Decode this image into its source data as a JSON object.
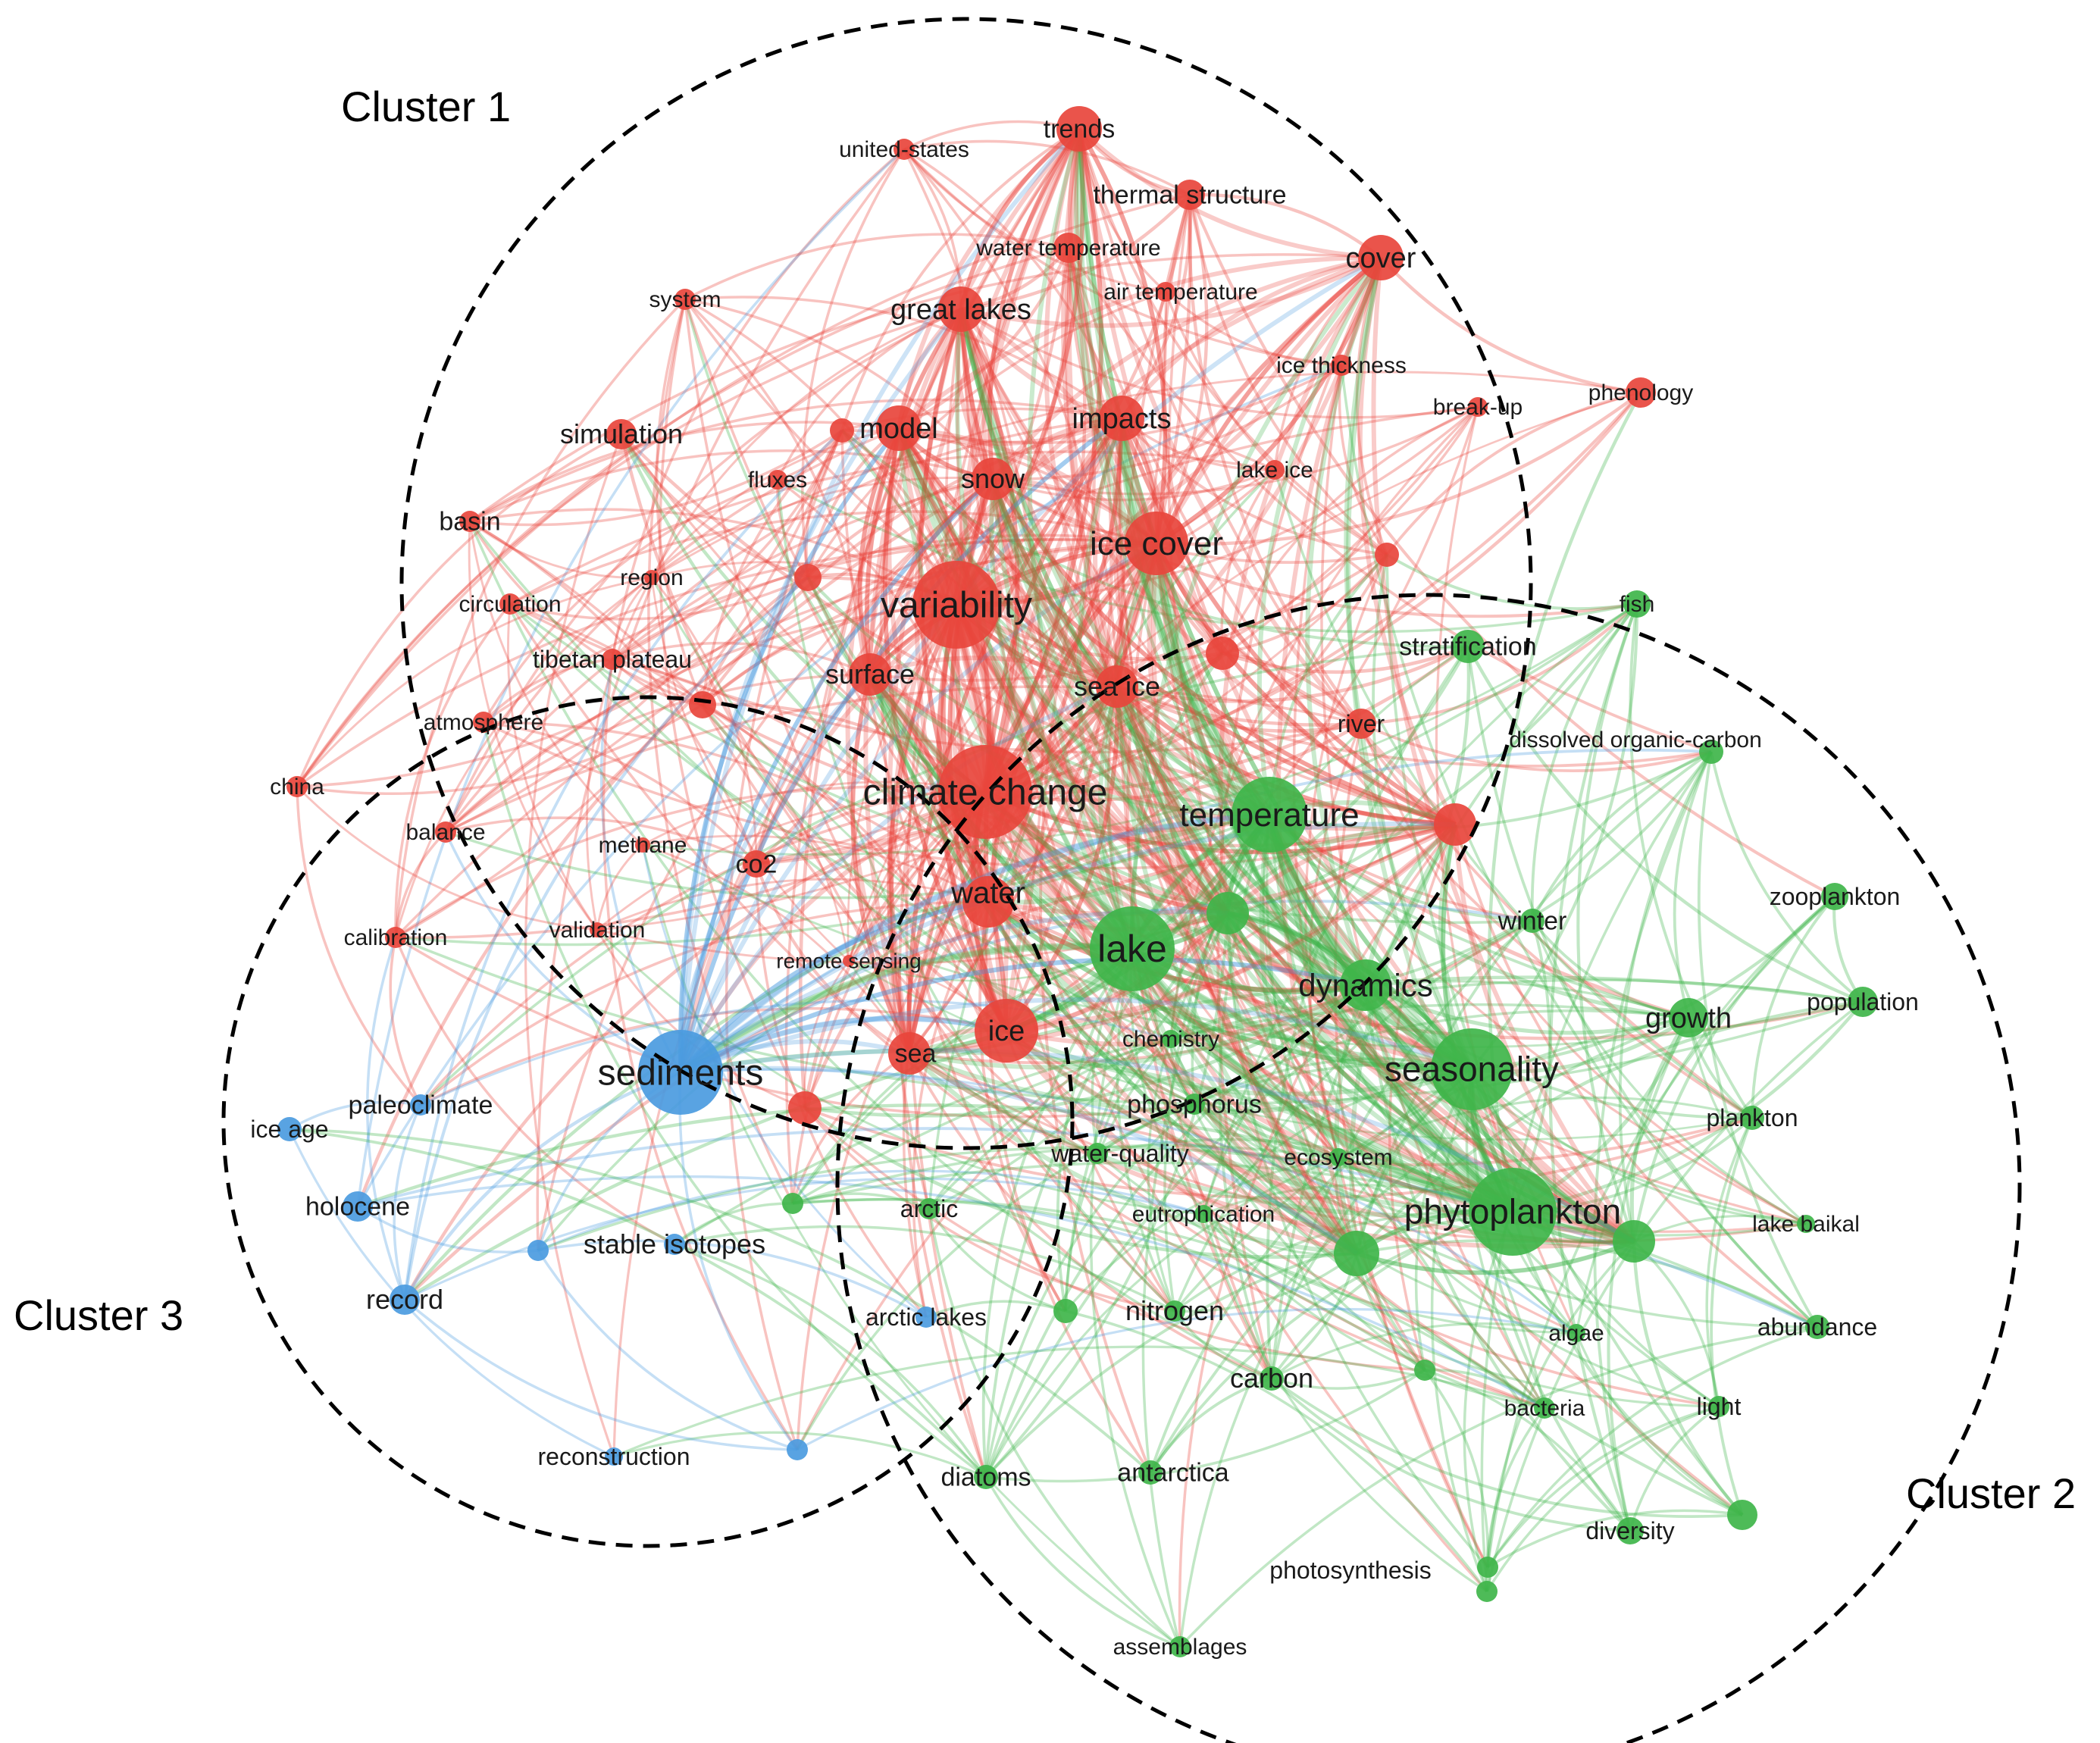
{
  "colors": {
    "cluster1": "#e8453c",
    "cluster2": "#3fb54a",
    "cluster3": "#4b9be0"
  },
  "cluster_labels": [
    "Cluster 1",
    "Cluster 2",
    "Cluster 3"
  ],
  "nodes": [
    {
      "label": "climate change",
      "cluster": 1
    },
    {
      "label": "variability",
      "cluster": 1
    },
    {
      "label": "ice cover",
      "cluster": 1
    },
    {
      "label": "trends",
      "cluster": 1
    },
    {
      "label": "great lakes",
      "cluster": 1
    },
    {
      "label": "cover",
      "cluster": 1
    },
    {
      "label": "model",
      "cluster": 1
    },
    {
      "label": "impacts",
      "cluster": 1
    },
    {
      "label": "simulation",
      "cluster": 1
    },
    {
      "label": "snow",
      "cluster": 1
    },
    {
      "label": "water",
      "cluster": 1
    },
    {
      "label": "ice",
      "cluster": 1
    },
    {
      "label": "sea ice",
      "cluster": 1
    },
    {
      "label": "surface",
      "cluster": 1
    },
    {
      "label": "co2",
      "cluster": 1
    },
    {
      "label": "sea",
      "cluster": 1
    },
    {
      "label": "thermal structure",
      "cluster": 1
    },
    {
      "label": "united-states",
      "cluster": 1
    },
    {
      "label": "water temperature",
      "cluster": 1
    },
    {
      "label": "air temperature",
      "cluster": 1
    },
    {
      "label": "system",
      "cluster": 1
    },
    {
      "label": "ice thickness",
      "cluster": 1
    },
    {
      "label": "break-up",
      "cluster": 1
    },
    {
      "label": "phenology",
      "cluster": 1
    },
    {
      "label": "fluxes",
      "cluster": 1
    },
    {
      "label": "lake ice",
      "cluster": 1
    },
    {
      "label": "basin",
      "cluster": 1
    },
    {
      "label": "region",
      "cluster": 1
    },
    {
      "label": "circulation",
      "cluster": 1
    },
    {
      "label": "tibetan plateau",
      "cluster": 1
    },
    {
      "label": "atmosphere",
      "cluster": 1
    },
    {
      "label": "river",
      "cluster": 1
    },
    {
      "label": "china",
      "cluster": 1
    },
    {
      "label": "balance",
      "cluster": 1
    },
    {
      "label": "methane",
      "cluster": 1
    },
    {
      "label": "calibration",
      "cluster": 1
    },
    {
      "label": "validation",
      "cluster": 1
    },
    {
      "label": "remote sensing",
      "cluster": 1
    },
    {
      "label": "",
      "cluster": 1
    },
    {
      "label": "",
      "cluster": 1
    },
    {
      "label": "",
      "cluster": 1
    },
    {
      "label": "",
      "cluster": 1
    },
    {
      "label": "",
      "cluster": 1
    },
    {
      "label": "",
      "cluster": 1
    },
    {
      "label": "",
      "cluster": 1
    },
    {
      "label": "temperature",
      "cluster": 2
    },
    {
      "label": "lake",
      "cluster": 2
    },
    {
      "label": "seasonality",
      "cluster": 2
    },
    {
      "label": "phytoplankton",
      "cluster": 2
    },
    {
      "label": "dynamics",
      "cluster": 2
    },
    {
      "label": "stratification",
      "cluster": 2
    },
    {
      "label": "fish",
      "cluster": 2
    },
    {
      "label": "dissolved organic-carbon",
      "cluster": 2
    },
    {
      "label": "winter",
      "cluster": 2
    },
    {
      "label": "zooplankton",
      "cluster": 2
    },
    {
      "label": "population",
      "cluster": 2
    },
    {
      "label": "growth",
      "cluster": 2
    },
    {
      "label": "plankton",
      "cluster": 2
    },
    {
      "label": "chemistry",
      "cluster": 2
    },
    {
      "label": "phosphorus",
      "cluster": 2
    },
    {
      "label": "water-quality",
      "cluster": 2
    },
    {
      "label": "ecosystem",
      "cluster": 2
    },
    {
      "label": "eutrophication",
      "cluster": 2
    },
    {
      "label": "arctic",
      "cluster": 2
    },
    {
      "label": "lake baikal",
      "cluster": 2
    },
    {
      "label": "nitrogen",
      "cluster": 2
    },
    {
      "label": "abundance",
      "cluster": 2
    },
    {
      "label": "algae",
      "cluster": 2
    },
    {
      "label": "carbon",
      "cluster": 2
    },
    {
      "label": "bacteria",
      "cluster": 2
    },
    {
      "label": "light",
      "cluster": 2
    },
    {
      "label": "antarctica",
      "cluster": 2
    },
    {
      "label": "diatoms",
      "cluster": 2
    },
    {
      "label": "diversity",
      "cluster": 2
    },
    {
      "label": "photosynthesis",
      "cluster": 2
    },
    {
      "label": "assemblages",
      "cluster": 2
    },
    {
      "label": "",
      "cluster": 2
    },
    {
      "label": "",
      "cluster": 2
    },
    {
      "label": "",
      "cluster": 2
    },
    {
      "label": "",
      "cluster": 2
    },
    {
      "label": "",
      "cluster": 2
    },
    {
      "label": "",
      "cluster": 2
    },
    {
      "label": "",
      "cluster": 2
    },
    {
      "label": "",
      "cluster": 2
    },
    {
      "label": "sediments",
      "cluster": 3
    },
    {
      "label": "paleoclimate",
      "cluster": 3
    },
    {
      "label": "ice age",
      "cluster": 3
    },
    {
      "label": "holocene",
      "cluster": 3
    },
    {
      "label": "record",
      "cluster": 3
    },
    {
      "label": "stable isotopes",
      "cluster": 3
    },
    {
      "label": "arctic lakes",
      "cluster": 3
    },
    {
      "label": "reconstruction",
      "cluster": 3
    },
    {
      "label": "",
      "cluster": 3
    },
    {
      "label": "",
      "cluster": 3
    }
  ]
}
